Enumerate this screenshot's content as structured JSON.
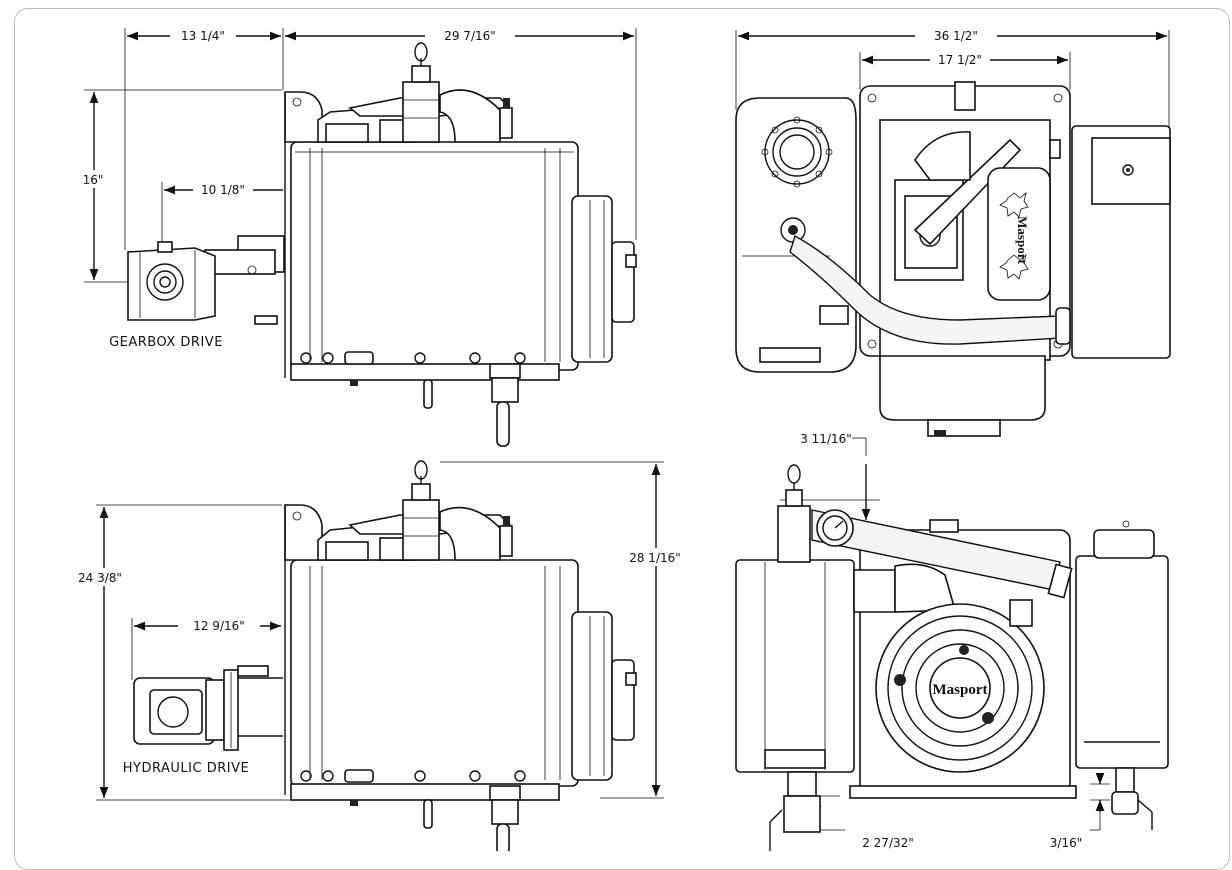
{
  "brand": "Masport",
  "captions": {
    "gearbox_drive": "GEARBOX DRIVE",
    "hydraulic_drive": "HYDRAULIC DRIVE"
  },
  "dimensions": {
    "gearbox_offset": "13 1/4\"",
    "overall_width_side": "29 7/16\"",
    "gearbox_height": "16\"",
    "gearbox_shaft": "10 1/8\"",
    "overall_width_end": "36 1/2\"",
    "frame_width_end": "17 1/2\"",
    "hydraulic_height": "24 3/8\"",
    "hydraulic_offset": "12 9/16\"",
    "overall_height": "28 1/16\"",
    "top_clearance": "3 11/16\"",
    "bottom_offset": "2 27/32\"",
    "foot_offset": "3/16\""
  }
}
